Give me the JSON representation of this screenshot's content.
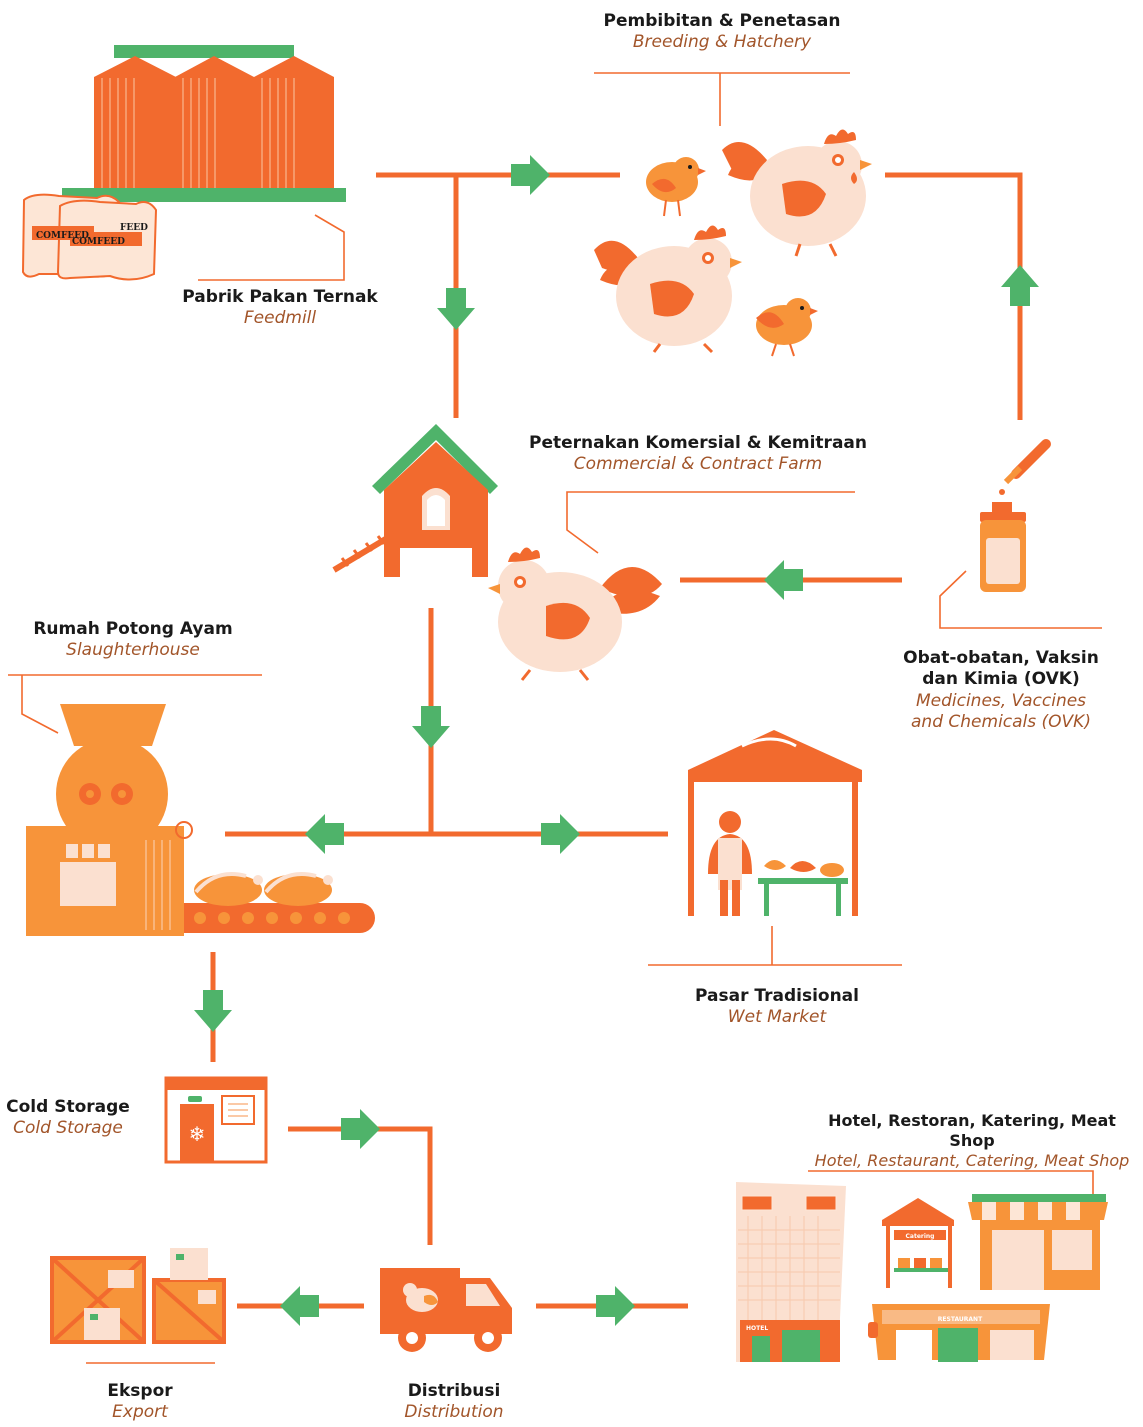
{
  "colors": {
    "orange": "#f26a2e",
    "light_orange": "#f7943a",
    "green": "#4fb36a",
    "peach": "#fbe0d0",
    "text": "#1a1a1a",
    "italic": "#a2552a"
  },
  "nodes": {
    "feedmill": {
      "title": "Pabrik Pakan Ternak",
      "subtitle": "Feedmill"
    },
    "breeding": {
      "title": "Pembibitan & Penetasan",
      "subtitle": "Breeding & Hatchery"
    },
    "farm": {
      "title": "Peternakan Komersial & Kemitraan",
      "subtitle": "Commercial & Contract Farm"
    },
    "ovk": {
      "title_line1": "Obat-obatan, Vaksin",
      "title_line2": "dan Kimia (OVK)",
      "subtitle_line1": "Medicines, Vaccines",
      "subtitle_line2": "and Chemicals (OVK)"
    },
    "slaughter": {
      "title": "Rumah Potong Ayam",
      "subtitle": "Slaughterhouse"
    },
    "wetmarket": {
      "title": "Pasar Tradisional",
      "subtitle": "Wet Market"
    },
    "cold": {
      "title": "Cold Storage",
      "subtitle": "Cold Storage"
    },
    "horeca": {
      "title": "Hotel, Restoran, Katering, Meat Shop",
      "subtitle": "Hotel, Restaurant, Catering, Meat Shop"
    },
    "export": {
      "title": "Ekspor",
      "subtitle": "Export"
    },
    "distribution": {
      "title": "Distribusi",
      "subtitle": "Distribution"
    }
  },
  "icons": {
    "feed_bag_text": "COMFEED",
    "feed_bag_text2": "FEED",
    "catering_sign": "Catering",
    "restaurant_sign": "RESTAURANT",
    "hotel_sign": "HOTEL"
  }
}
